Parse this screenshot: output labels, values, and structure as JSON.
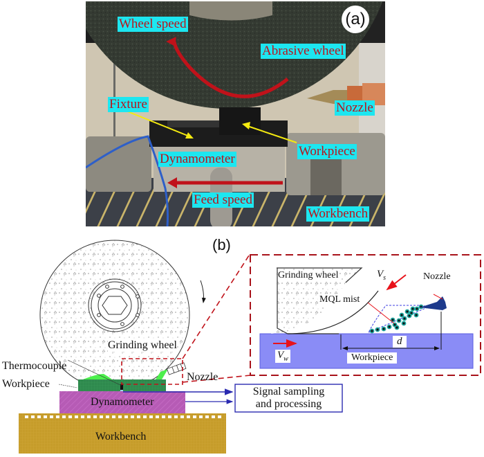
{
  "figure": {
    "panel_a": {
      "tag": "(a)",
      "labels": {
        "wheel_speed": "Wheel speed",
        "abrasive_wheel": "Abrasive wheel",
        "nozzle": "Nozzle",
        "fixture": "Fixture",
        "workpiece": "Workpiece",
        "dynamometer": "Dynamometer",
        "feed_speed": "Feed speed",
        "workbench": "Workbench"
      },
      "label_bg_color": "#1de6f0",
      "label_text_color": "#b8141c",
      "arrow_color_red": "#c0121a",
      "arrow_color_yellow": "#f4ea10"
    },
    "panel_b": {
      "tag": "(b)",
      "labels": {
        "grinding_wheel": "Grinding wheel",
        "thermocouple": "Thermocouple",
        "workpiece": "Workpiece",
        "nozzle": "Nozzle",
        "dynamometer": "Dynamometer",
        "workbench": "Workbench",
        "signal_line1": "Signal sampling",
        "signal_line2": "and processing"
      },
      "inset": {
        "grinding_wheel": "Grinding wheel",
        "vs_symbol": "V",
        "vs_sub": "s",
        "nozzle": "Nozzle",
        "mql_mist": "MQL mist",
        "d_symbol": "d",
        "vw_symbol": "V",
        "vw_sub": "w",
        "workpiece": "Workpiece"
      },
      "colors": {
        "workpiece": "#2f8a4e",
        "dynamometer": "#b65bb5",
        "workbench": "#c69c2a",
        "coolant": "#4cef4c",
        "signal": "#2a2ab0",
        "dashed": "#c0121a",
        "inset_workpiece": "#8a8cf6",
        "mist_droplet": "#1fa8a0"
      }
    }
  }
}
